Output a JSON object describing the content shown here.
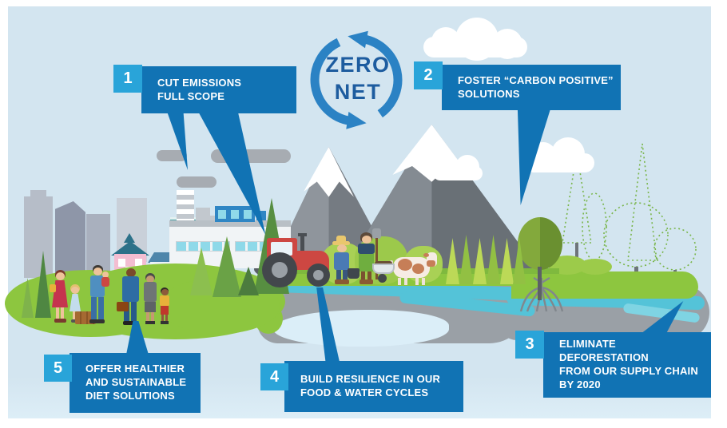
{
  "logo": {
    "word_top": "ZERO",
    "word_bottom": "NET"
  },
  "callouts": [
    {
      "number": "1",
      "lines": [
        "CUT EMISSIONS",
        "FULL SCOPE"
      ]
    },
    {
      "number": "2",
      "lines": [
        "FOSTER “CARBON POSITIVE”",
        "SOLUTIONS"
      ]
    },
    {
      "number": "3",
      "lines": [
        "ELIMINATE DEFORESTATION",
        "FROM OUR SUPPLY CHAIN",
        "BY 2020"
      ]
    },
    {
      "number": "4",
      "lines": [
        "BUILD RESILIENCE IN OUR",
        "FOOD & WATER CYCLES"
      ]
    },
    {
      "number": "5",
      "lines": [
        "OFFER HEALTHIER",
        "AND SUSTAINABLE",
        "DIET SOLUTIONS"
      ]
    }
  ],
  "colors": {
    "sky": "#d3e5f0",
    "box": "#1173b4",
    "num": "#29a4d9",
    "logoText": "#1d5c9f",
    "logoArrow": "#2b82c4",
    "green": "#8dc63f",
    "teal": "#54c3d8",
    "soil": "#9aa0a6"
  }
}
